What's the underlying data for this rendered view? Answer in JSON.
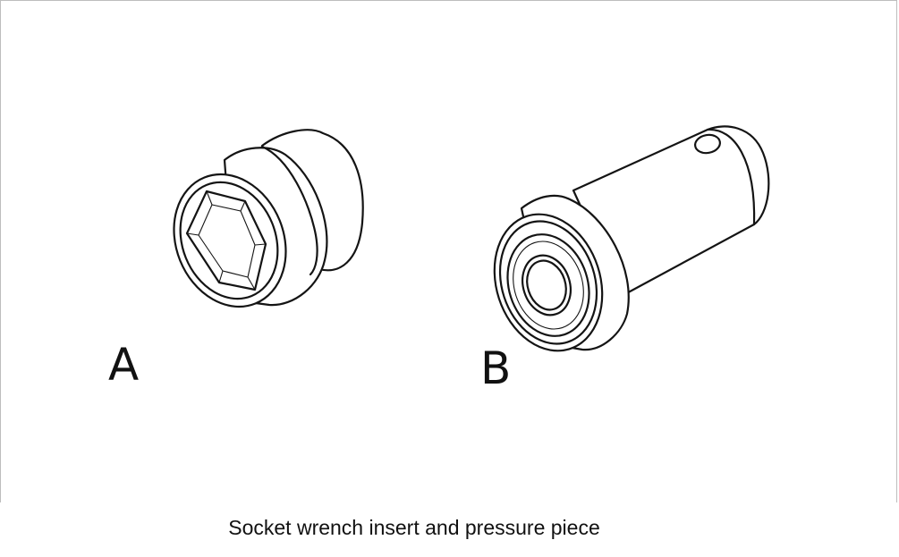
{
  "figure": {
    "parts": [
      {
        "id": "A",
        "label": "A"
      },
      {
        "id": "B",
        "label": "B"
      }
    ]
  },
  "caption": "Socket wrench insert and pressure piece"
}
